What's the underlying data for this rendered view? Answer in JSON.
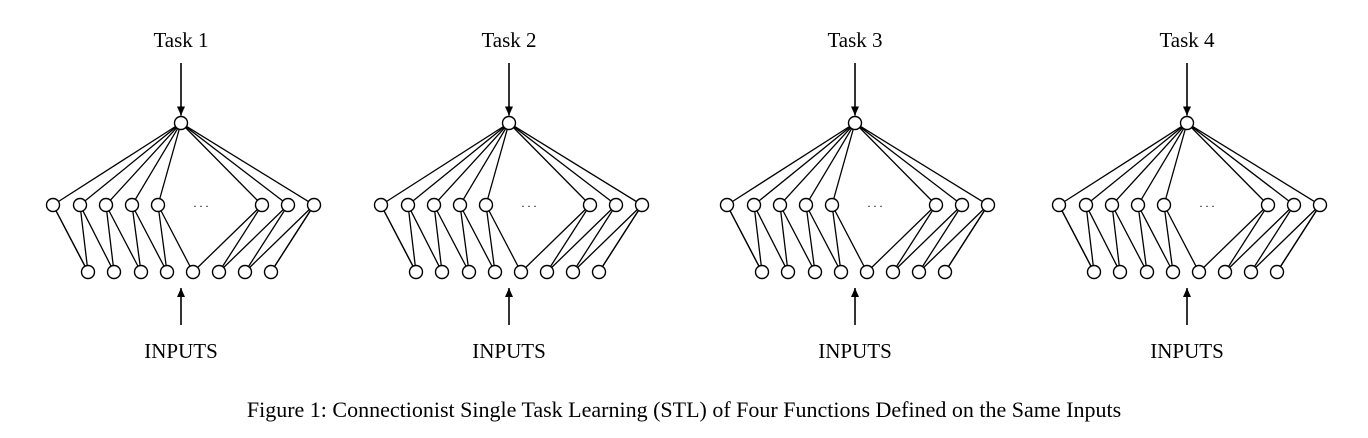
{
  "figure": {
    "caption": "Figure 1: Connectionist Single Task Learning (STL) of Four Functions Defined on the Same Inputs",
    "ellipsis": ". . .",
    "networks": [
      {
        "task_label": "Task 1",
        "input_label": "INPUTS"
      },
      {
        "task_label": "Task 2",
        "input_label": "INPUTS"
      },
      {
        "task_label": "Task 3",
        "input_label": "INPUTS"
      },
      {
        "task_label": "Task 4",
        "input_label": "INPUTS"
      }
    ],
    "hidden_units_per_net": 8,
    "input_units_per_net": 8
  }
}
